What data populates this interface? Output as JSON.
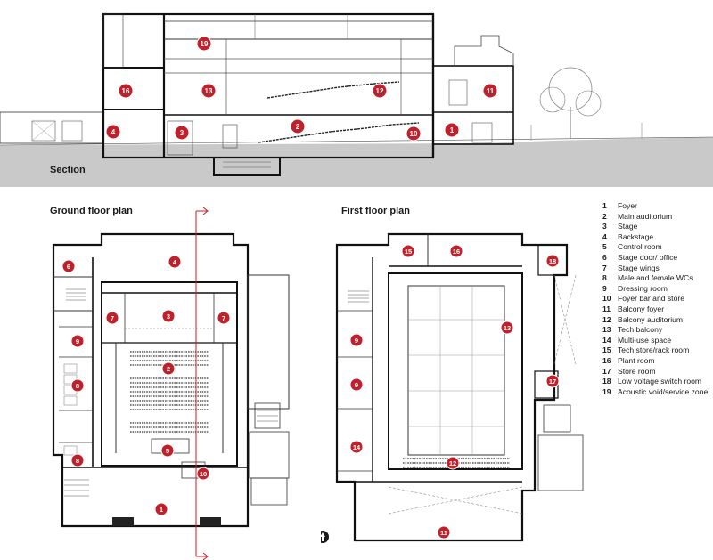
{
  "titles": {
    "section": "Section",
    "ground": "Ground floor plan",
    "first": "First floor plan"
  },
  "colors": {
    "marker": "#c0202a",
    "ink": "#1a1a1a",
    "ground_fill": "#c9c9c9"
  },
  "section_markers": [
    "19",
    "16",
    "13",
    "12",
    "11",
    "4",
    "3",
    "2",
    "10",
    "1"
  ],
  "ground_markers": [
    "6",
    "4",
    "7",
    "3",
    "7",
    "9",
    "2",
    "8",
    "5",
    "8",
    "10",
    "1"
  ],
  "first_markers": [
    "15",
    "16",
    "18",
    "13",
    "9",
    "9",
    "17",
    "14",
    "12",
    "11"
  ],
  "legend": [
    {
      "num": "1",
      "label": "Foyer"
    },
    {
      "num": "2",
      "label": "Main auditorium"
    },
    {
      "num": "3",
      "label": "Stage"
    },
    {
      "num": "4",
      "label": "Backstage"
    },
    {
      "num": "5",
      "label": "Control room"
    },
    {
      "num": "6",
      "label": "Stage door/ office"
    },
    {
      "num": "7",
      "label": "Stage wings"
    },
    {
      "num": "8",
      "label": "Male and female WCs"
    },
    {
      "num": "9",
      "label": "Dressing room"
    },
    {
      "num": "10",
      "label": "Foyer bar and store"
    },
    {
      "num": "11",
      "label": "Balcony foyer"
    },
    {
      "num": "12",
      "label": "Balcony auditorium"
    },
    {
      "num": "13",
      "label": "Tech balcony"
    },
    {
      "num": "14",
      "label": "Multi-use space"
    },
    {
      "num": "15",
      "label": "Tech store/rack room"
    },
    {
      "num": "16",
      "label": "Plant room"
    },
    {
      "num": "17",
      "label": "Store room"
    },
    {
      "num": "18",
      "label": "Low voltage switch room"
    },
    {
      "num": "19",
      "label": "Acoustic void/service zone"
    }
  ]
}
